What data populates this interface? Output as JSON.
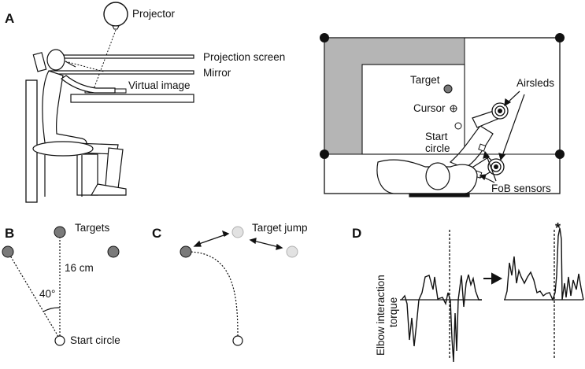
{
  "colors": {
    "ink": "#111111",
    "gray_fill": "#b5b5b5",
    "target_dark": "#7a7a7a",
    "target_light": "#e2e2e2",
    "white": "#ffffff"
  },
  "panel_a": {
    "letter": "A",
    "labels": {
      "projector": "Projector",
      "projection_screen": "Projection screen",
      "mirror": "Mirror",
      "virtual_image": "Virtual image",
      "target": "Target",
      "cursor": "Cursor",
      "start_circle_line1": "Start",
      "start_circle_line2": "circle",
      "airsleds": "Airsleds",
      "fob_sensors": "FoB sensors"
    },
    "icons": [
      "projector-icon",
      "cursor-crosshair-icon",
      "airsled-icon",
      "fob-sensor-icon"
    ]
  },
  "panel_b": {
    "letter": "B",
    "labels": {
      "targets": "Targets",
      "distance": "16 cm",
      "angle": "40°",
      "start_circle": "Start circle"
    }
  },
  "panel_c": {
    "letter": "C",
    "labels": {
      "target_jump": "Target jump"
    }
  },
  "panel_d": {
    "letter": "D",
    "labels": {
      "ylabel_line1": "Elbow interaction",
      "ylabel_line2": "torque",
      "asterisk": "*"
    }
  }
}
